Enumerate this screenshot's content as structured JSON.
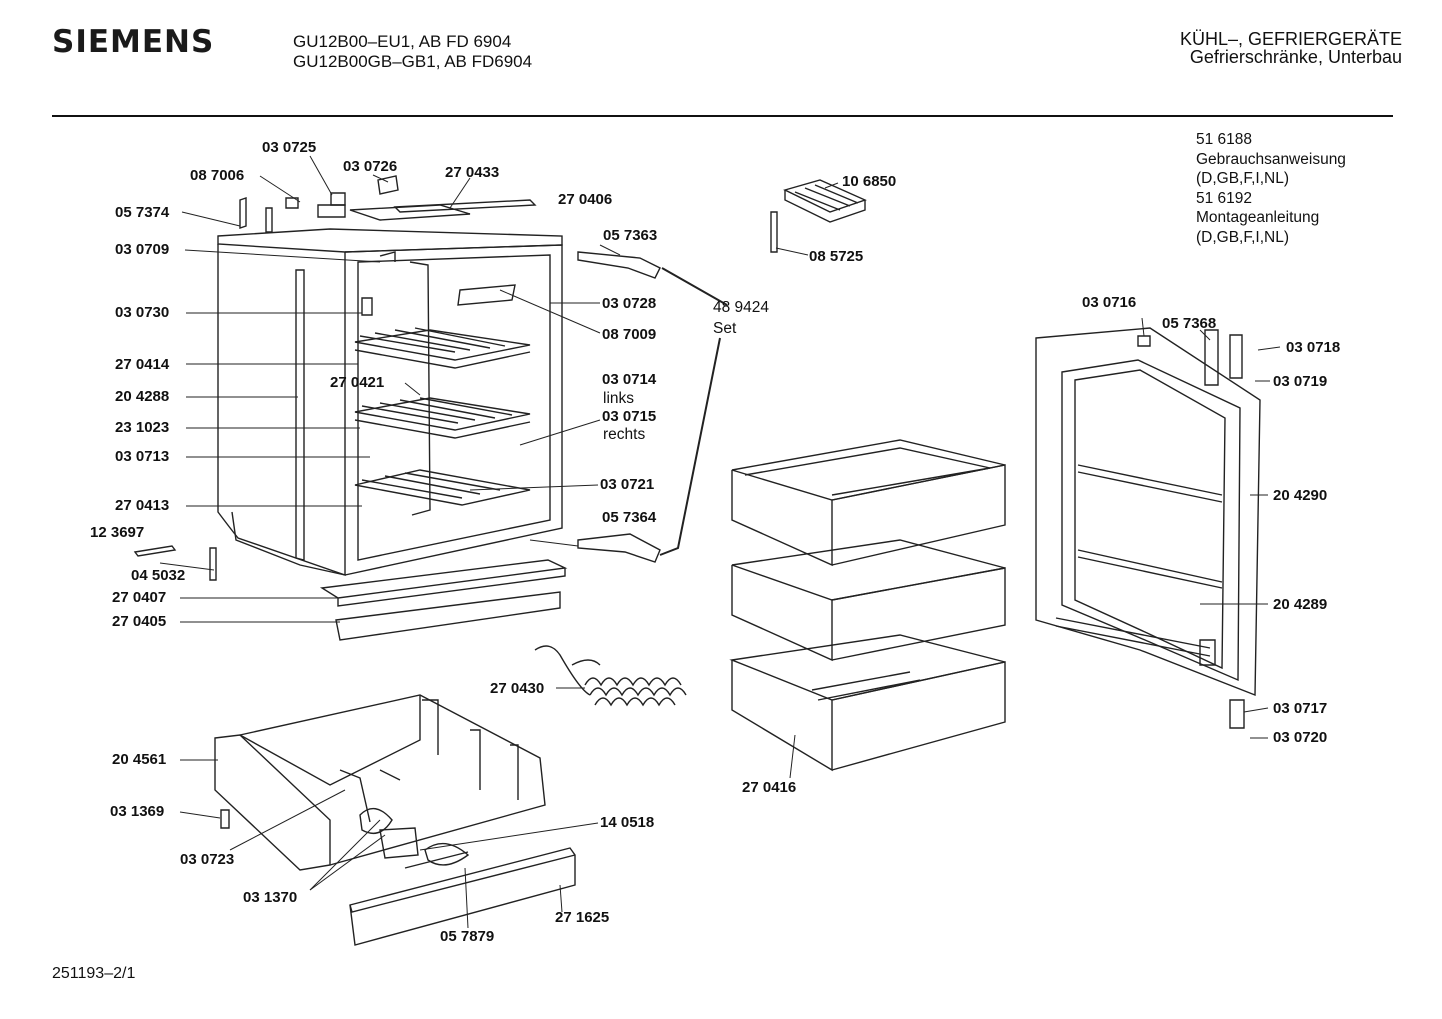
{
  "header": {
    "brand": "SIEMENS",
    "model_lines": [
      "GU12B00–EU1, AB FD 6904",
      "GU12B00GB–GB1, AB FD6904"
    ],
    "category_lines": [
      "KÜHL–, GEFRIERGERÄTE",
      "Gefrierschränke, Unterbau"
    ]
  },
  "documents": [
    "51 6188",
    "Gebrauchsanweisung",
    "(D,GB,F,I,NL)",
    "51 6192",
    "Montageanleitung",
    "(D,GB,F,I,NL)"
  ],
  "footer": {
    "code": "251193–2/1"
  },
  "part_labels": [
    "03 0725",
    "03 0726",
    "27 0433",
    "08 7006",
    "27 0406",
    "05 7374",
    "03 0709",
    "05 7363",
    "03 0728",
    "08 7009",
    "03 0730",
    "27 0414",
    "27 0421",
    "20 4288",
    "03 0714",
    "03 0715",
    "23 1023",
    "03 0713",
    "03 0721",
    "27 0413",
    "05 7364",
    "12 3697",
    "04 5032",
    "27 0407",
    "27 0405",
    "10 6850",
    "08 5725",
    "48 9424",
    "27 0430",
    "20 4561",
    "03 1369",
    "03 0723",
    "03 1370",
    "14 0518",
    "05 7879",
    "27 1625",
    "27 0416",
    "03 0716",
    "05 7368",
    "03 0718",
    "03 0719",
    "20 4290",
    "20 4289",
    "03 0717",
    "03 0720"
  ],
  "annotations": {
    "set_word": "Set",
    "links_word": "links",
    "rechts_word": "rechts"
  }
}
